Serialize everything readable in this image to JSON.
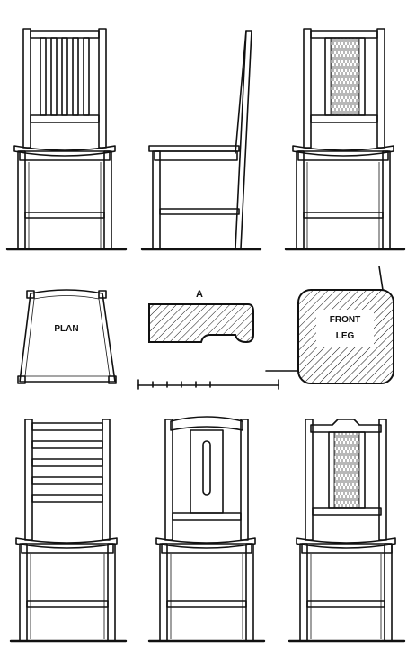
{
  "labels": {
    "plan": "PLAN",
    "section": "A",
    "front_leg_line1": "FRONT",
    "front_leg_line2": "LEG"
  },
  "colors": {
    "ink": "#111111",
    "paper": "#ffffff"
  }
}
